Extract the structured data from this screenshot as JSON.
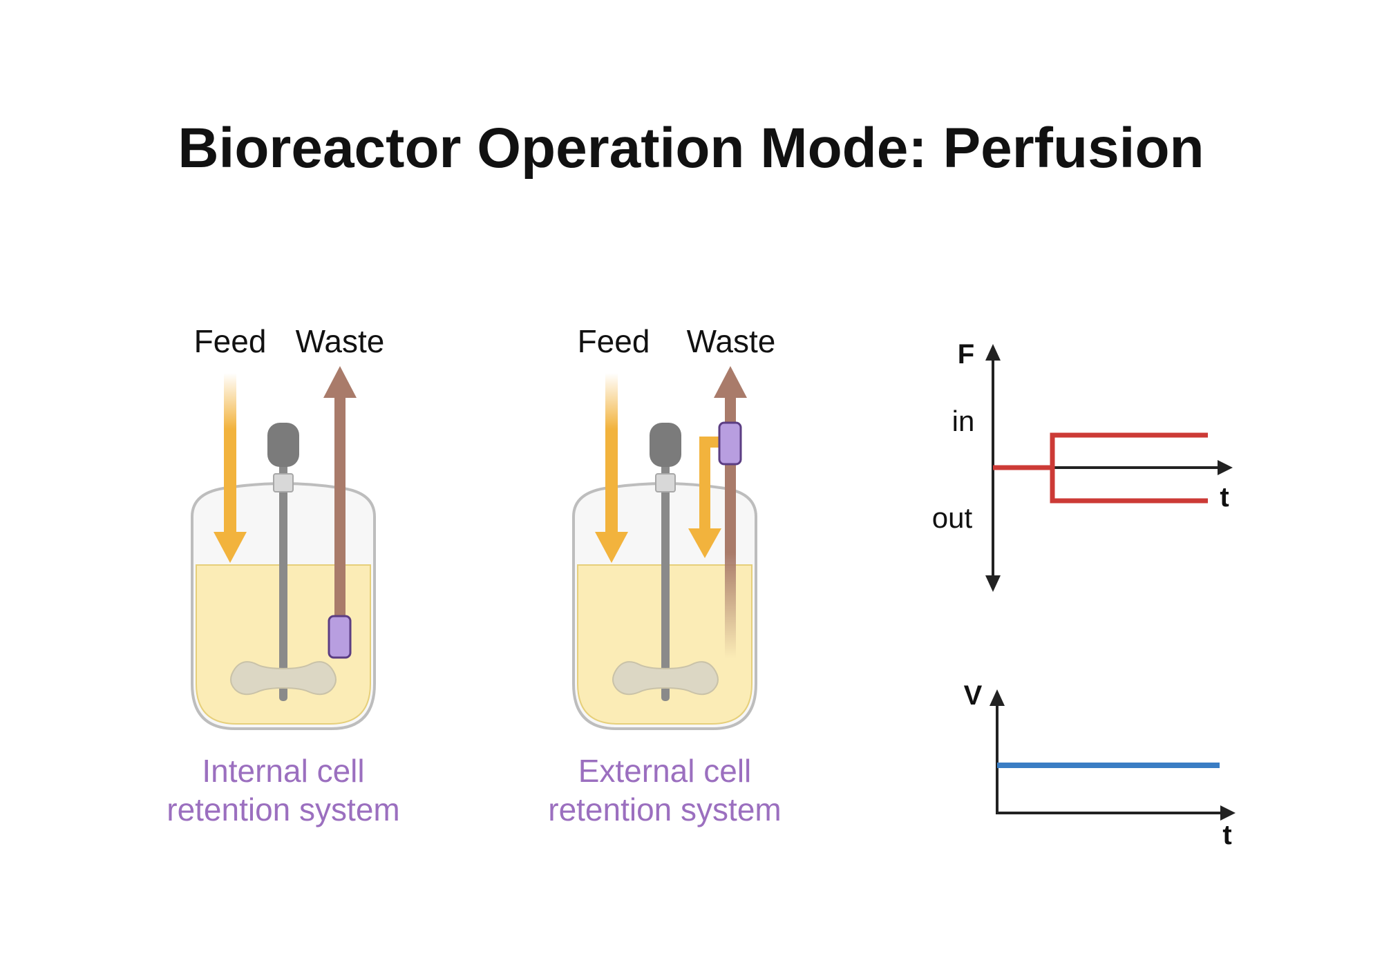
{
  "title": "Bioreactor Operation Mode: Perfusion",
  "colors": {
    "feed": "#f2b33d",
    "waste": "#a97b6a",
    "retention_device": "#b89ee0",
    "retention_device_stroke": "#5b3d83",
    "medium": "#fbecb6",
    "vessel_headspace": "#f7f7f7",
    "vessel_stroke": "#bdbdbd",
    "motor": "#7b7b7b",
    "shaft": "#8a8a8a",
    "impeller": "#dcd7c4",
    "caption": "#9b6fbf",
    "flow_line": "#cc3a36",
    "volume_line": "#3a7dc4",
    "axis": "#222222"
  },
  "reactors": [
    {
      "feed_label": "Feed",
      "waste_label": "Waste",
      "caption_line1": "Internal cell",
      "caption_line2": "retention system",
      "retention": "internal"
    },
    {
      "feed_label": "Feed",
      "waste_label": "Waste",
      "caption_line1": "External cell",
      "caption_line2": "retention system",
      "retention": "external"
    }
  ],
  "flow_chart": {
    "y_axis_label": "F",
    "upper_label": "in",
    "lower_label": "out",
    "x_axis_label": "t"
  },
  "volume_chart": {
    "y_axis_label": "V",
    "x_axis_label": "t"
  }
}
